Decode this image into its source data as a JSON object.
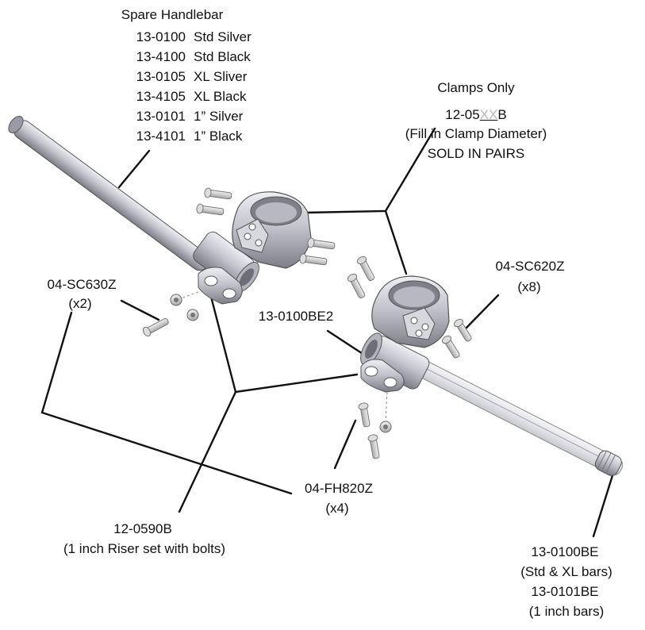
{
  "spare_handlebar": {
    "title": "Spare Handlebar",
    "rows": [
      {
        "part": "13-0100",
        "desc": "Std Silver"
      },
      {
        "part": "13-4100",
        "desc": "Std Black"
      },
      {
        "part": "13-0105",
        "desc": "XL Sliver"
      },
      {
        "part": "13-4105",
        "desc": "XL Black"
      },
      {
        "part": "13-0101",
        "desc": "1” Silver"
      },
      {
        "part": "13-4101",
        "desc": "1” Black"
      }
    ]
  },
  "clamps": {
    "title": "Clamps Only",
    "part_prefix": "12-05",
    "part_placeholder": "XX",
    "part_suffix": "B",
    "note": "(Fill in Clamp Diameter)",
    "sold": "SOLD IN PAIRS"
  },
  "bolt_sc630": {
    "part": "04-SC630Z",
    "qty": "(x2)"
  },
  "bolt_sc620": {
    "part": "04-SC620Z",
    "qty": "(x8)"
  },
  "riser_bolt": {
    "part": "13-0100BE2"
  },
  "bolt_fh820": {
    "part": "04-FH820Z",
    "qty": "(x4)"
  },
  "riser_set": {
    "part": "12-0590B",
    "desc": "(1 inch Riser set with bolts)"
  },
  "bar_end": {
    "part1": "13-0100BE",
    "desc1": "(Std & XL bars)",
    "part2": "13-0101BE",
    "desc2": "(1 inch bars)"
  },
  "colors": {
    "metal": "#c9c9d3",
    "metal_dark": "#8a8a96",
    "line": "#111111"
  }
}
